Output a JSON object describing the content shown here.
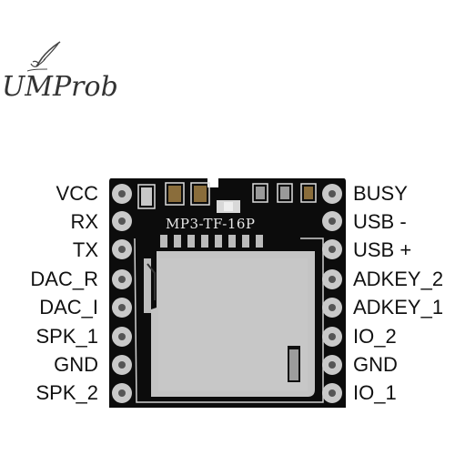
{
  "logo": {
    "text": "UMProb",
    "icon": "pen-quill-icon"
  },
  "module": {
    "silkscreen": "MP3-TF-16P"
  },
  "pins_left": [
    "VCC",
    "RX",
    "TX",
    "DAC_R",
    "DAC_I",
    "SPK_1",
    "GND",
    "SPK_2"
  ],
  "pins_right": [
    "BUSY",
    "USB -",
    "USB +",
    "ADKEY_2",
    "ADKEY_1",
    "IO_2",
    "GND",
    "IO_1"
  ],
  "colors": {
    "board": "#0c0c0c",
    "pad": "#c9c9c9",
    "card": "#c4c4c4"
  }
}
